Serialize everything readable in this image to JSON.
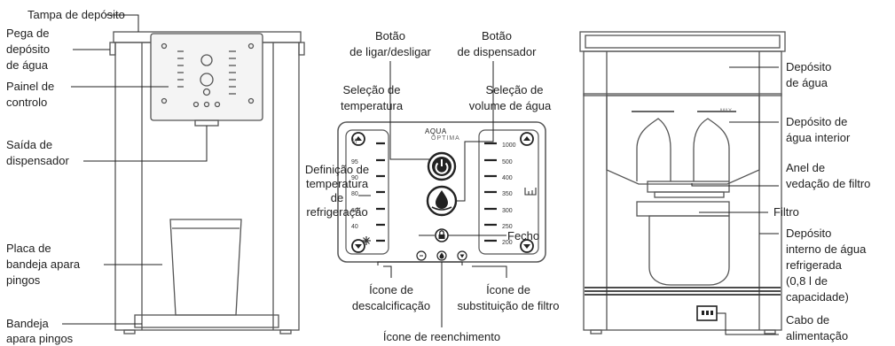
{
  "colors": {
    "outline": "#555555",
    "ink": "#222222",
    "body_fill": "#ffffff",
    "panel_fill": "#f4f4f4",
    "accent": "#333333"
  },
  "left_labels": {
    "tank_lid": "Tampa de depósito",
    "handle_line1": "Pega de",
    "handle_line2": "depósito",
    "handle_line3": "de água",
    "panel_line1": "Painel de",
    "panel_line2": "controlo",
    "outlet_line1": "Saída de",
    "outlet_line2": "dispensador",
    "drip_plate_line1": "Placa de",
    "drip_plate_line2": "bandeja apara",
    "drip_plate_line3": "pingos",
    "drip_tray_line1": "Bandeja",
    "drip_tray_line2": "apara pingos"
  },
  "center_labels": {
    "power_line1": "Botão",
    "power_line2": "de ligar/desligar",
    "dispense_line1": "Botão",
    "dispense_line2": "de dispensador",
    "temp_sel_line1": "Seleção de",
    "temp_sel_line2": "temperatura",
    "vol_sel_line1": "Seleção de",
    "vol_sel_line2": "volume de água",
    "cooling_line1": "Definição de",
    "cooling_line2": "temperatura",
    "cooling_line3": "de",
    "cooling_line4": "refrigeração",
    "lock": "Fecho",
    "descale_line1": "Ícone de",
    "descale_line2": "descalcificação",
    "filter_line1": "Ícone de",
    "filter_line2": "substituição de filtro",
    "refill": "Ícone de reenchimento"
  },
  "panel": {
    "brand_line1": "AQUA",
    "brand_line2": "OPTIMA",
    "temp_top": "///",
    "temp_values": [
      "95",
      "90",
      "80",
      "60",
      "40"
    ],
    "volume_values": [
      "1000",
      "500",
      "400",
      "350",
      "300",
      "250",
      "200"
    ]
  },
  "right_labels": {
    "tank_line1": "Depósito",
    "tank_line2": "de água",
    "inner_line1": "Depósito de",
    "inner_line2": "água interior",
    "ring_line1": "Anel de",
    "ring_line2": "vedação de filtro",
    "filter": "Filtro",
    "chilled_line1": "Depósito",
    "chilled_line2": "interno de água",
    "chilled_line3": "refrigerada",
    "chilled_line4": "(0,8 l de",
    "chilled_line5": "capacidade)",
    "cable_line1": "Cabo de",
    "cable_line2": "alimentação",
    "max_mark": "MAX"
  }
}
